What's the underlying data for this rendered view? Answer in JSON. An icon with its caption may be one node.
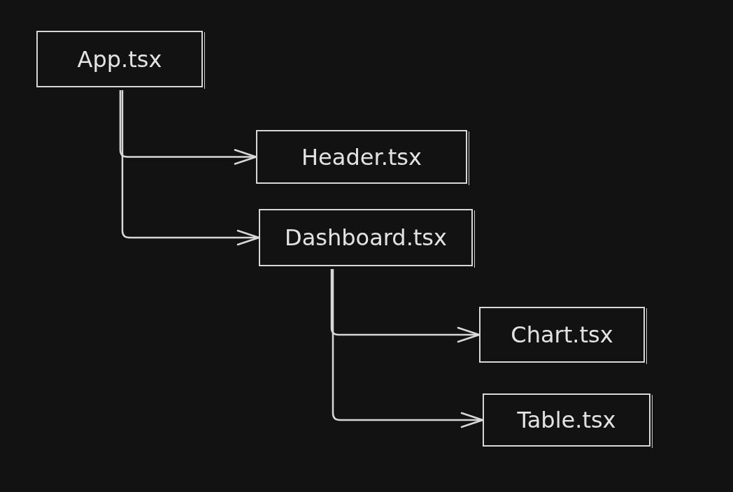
{
  "diagram": {
    "nodes": [
      {
        "text": [
          "App.tsx"
        ]
      },
      {
        "text": [
          "Header.tsx"
        ]
      },
      {
        "text": [
          "Dashboard.tsx"
        ]
      },
      {
        "text": [
          "Chart.tsx"
        ]
      },
      {
        "text": [
          "Table.tsx"
        ]
      }
    ],
    "edges": [
      {
        "from": 0,
        "to": 1,
        "arrow": "to"
      },
      {
        "from": 0,
        "to": 2,
        "arrow": "to"
      },
      {
        "from": 2,
        "to": 3,
        "arrow": "to"
      },
      {
        "from": 2,
        "to": 4,
        "arrow": "to"
      }
    ]
  }
}
